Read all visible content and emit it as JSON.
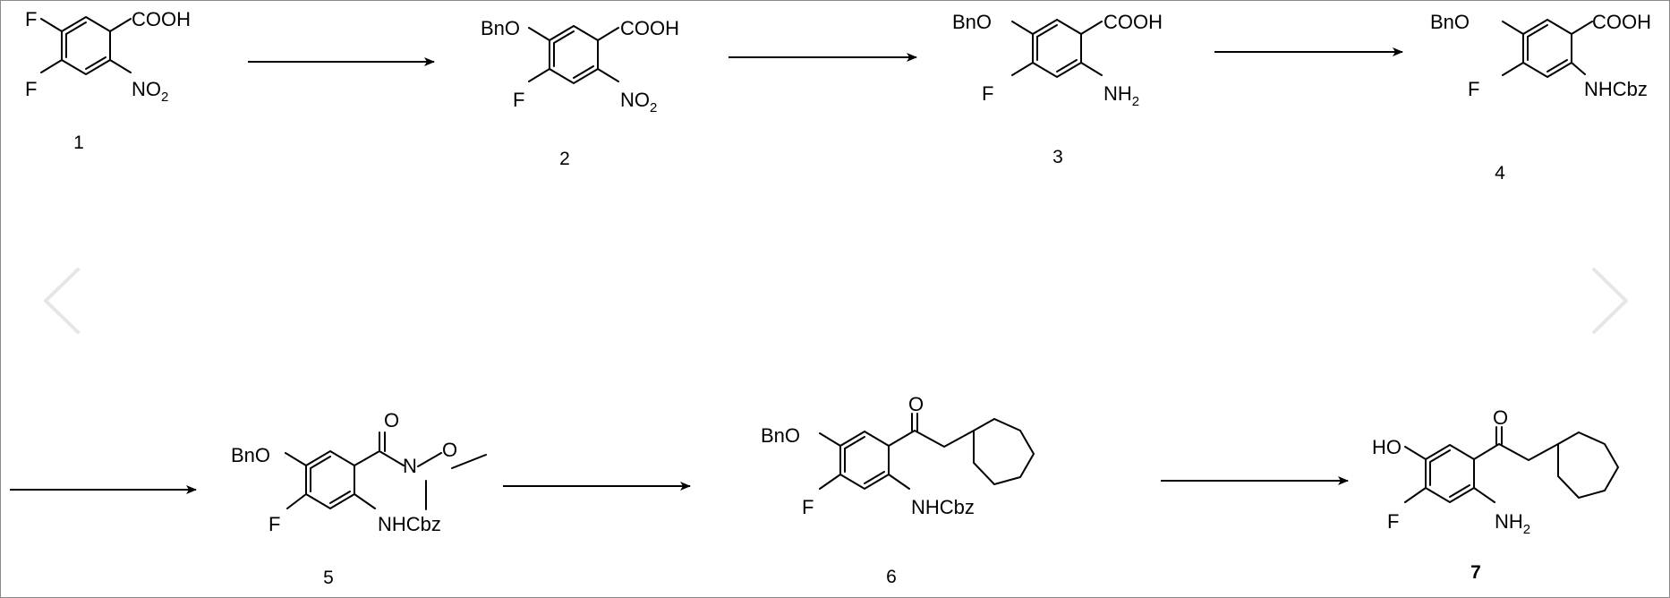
{
  "labels": {
    "bno": "BnO",
    "ho": "HO",
    "cooh": "COOH",
    "f": "F",
    "no2_n": "NO",
    "no2_sub": "2",
    "nh2_n": "NH",
    "nh2_sub": "2",
    "nhcbz": "NHCbz",
    "o": "O",
    "n": "N"
  },
  "compounds": [
    {
      "number": "1"
    },
    {
      "number": "2"
    },
    {
      "number": "3"
    },
    {
      "number": "4"
    },
    {
      "number": "5"
    },
    {
      "number": "6"
    },
    {
      "number": "7"
    }
  ],
  "icons": [
    "carousel-prev-icon",
    "carousel-next-icon",
    "arrow-icon"
  ]
}
